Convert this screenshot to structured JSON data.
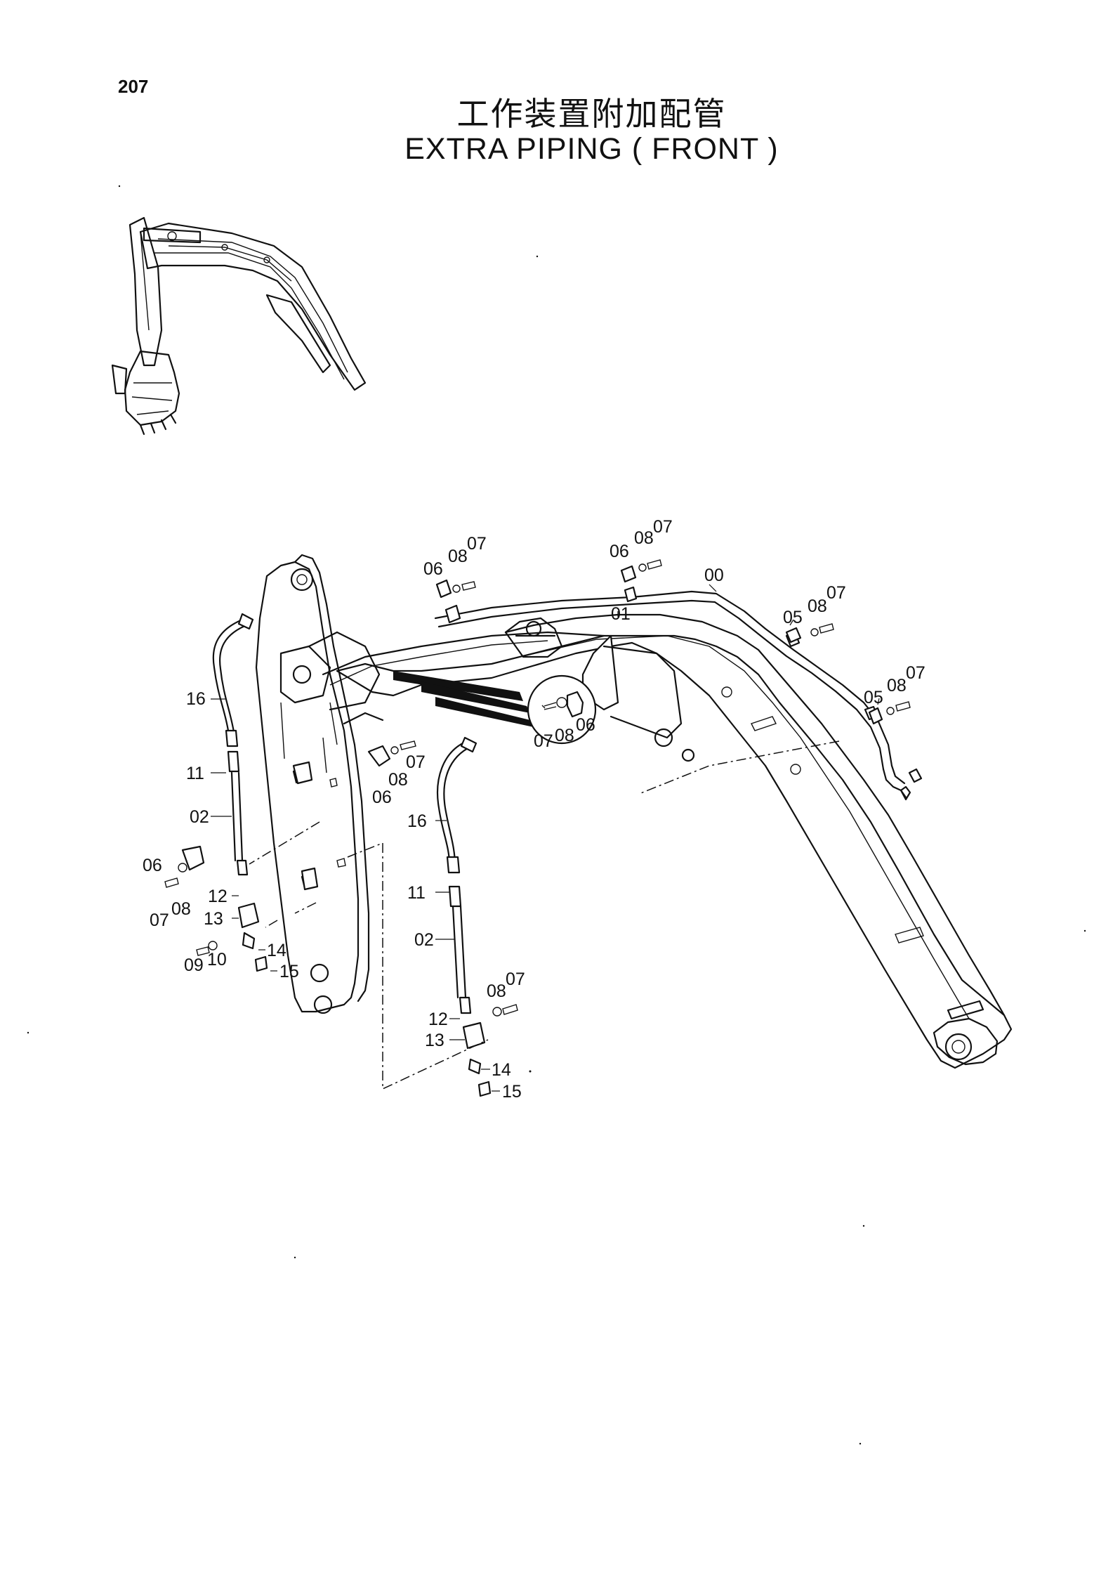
{
  "page_number": "207",
  "title_cn": "工作装置附加配管",
  "title_en": "EXTRA  PIPING ( FRONT )",
  "callouts": {
    "c00": "00",
    "c01": "01",
    "c05a": "05",
    "c08e": "08",
    "c07e": "07",
    "c05b": "05",
    "c08f": "08",
    "c07f": "07",
    "c06a": "06",
    "c08a": "08",
    "c07a": "07",
    "c06b": "06",
    "c08b": "08",
    "c07b": "07",
    "c07c": "07",
    "c08c": "08",
    "c06c": "06",
    "c07d": "07",
    "c08d": "08",
    "c06d": "06",
    "c16a": "16",
    "c11a": "11",
    "c02a": "02",
    "c06e": "06",
    "c07g": "07",
    "c08g": "08",
    "c12a": "12",
    "c13a": "13",
    "c14a": "14",
    "c15a": "15",
    "c09": "09",
    "c10": "10",
    "c16b": "16",
    "c11b": "11",
    "c02b": "02",
    "c08h": "08",
    "c07h": "07",
    "c12b": "12",
    "c13b": "13",
    "c14b": "14",
    "c15b": "15"
  }
}
